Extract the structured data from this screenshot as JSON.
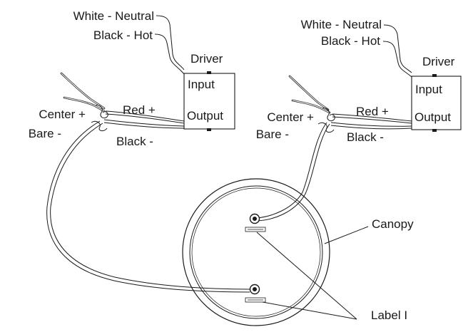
{
  "driver_left": {
    "input_neutral_label": "White - Neutral",
    "input_hot_label": "Black - Hot",
    "title": "Driver",
    "input_label": "Input",
    "output_label": "Output"
  },
  "driver_right": {
    "input_neutral_label": "White - Neutral",
    "input_hot_label": "Black - Hot",
    "title": "Driver",
    "input_label": "Input",
    "output_label": "Output"
  },
  "connector_left": {
    "center_label": "Center +",
    "bare_label": "Bare -",
    "red_label": "Red +",
    "black_label": "Black -"
  },
  "connector_right": {
    "center_label": "Center +",
    "bare_label": "Bare -",
    "red_label": "Red +",
    "black_label": "Black -"
  },
  "fixture": {
    "canopy_label": "Canopy",
    "label_callout": "Label I"
  }
}
